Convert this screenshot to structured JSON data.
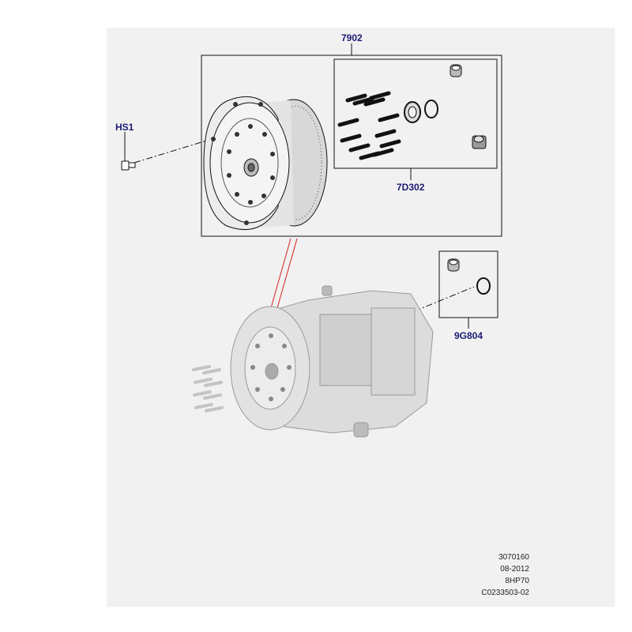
{
  "callouts": [
    "7902",
    "HS1",
    "7D302",
    "9G804"
  ],
  "footer": [
    "3070160",
    "08-2012",
    "8HP70",
    "C0233503-02"
  ],
  "colors": {
    "callout_text": "#1a1a72",
    "pointer_line": "#d42020",
    "background_panel": "#f1f1f1"
  }
}
